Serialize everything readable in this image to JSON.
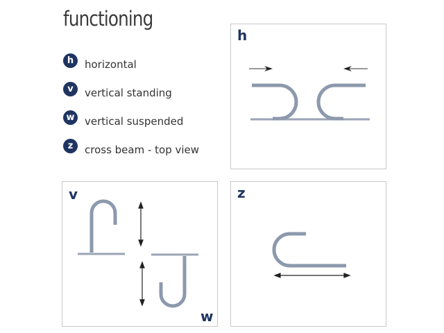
{
  "title": "functioning",
  "legend": [
    {
      "key": "h",
      "label": "horizontal"
    },
    {
      "key": "v",
      "label": "vertical standing"
    },
    {
      "key": "w",
      "label": "vertical suspended"
    },
    {
      "key": "z",
      "label": "cross beam - top view"
    }
  ],
  "panels": {
    "h": "h",
    "v": "v",
    "w": "w",
    "z": "z"
  },
  "colors": {
    "accent": "#1f3461",
    "wire": "#8c99ad"
  }
}
